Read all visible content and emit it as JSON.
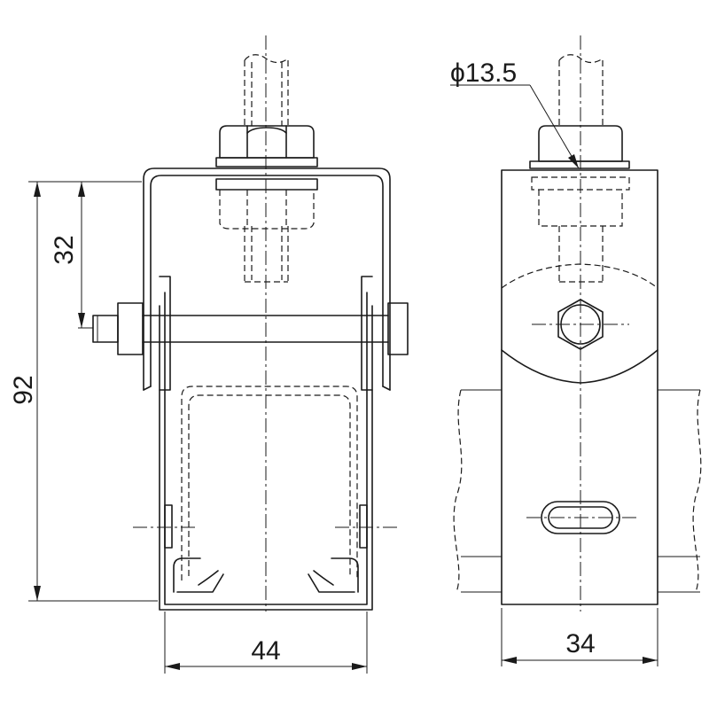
{
  "dimensions": {
    "height_overall": "92",
    "height_to_bolt": "32",
    "width_front": "44",
    "width_side": "34",
    "hole_diameter": "ϕ13.5"
  }
}
